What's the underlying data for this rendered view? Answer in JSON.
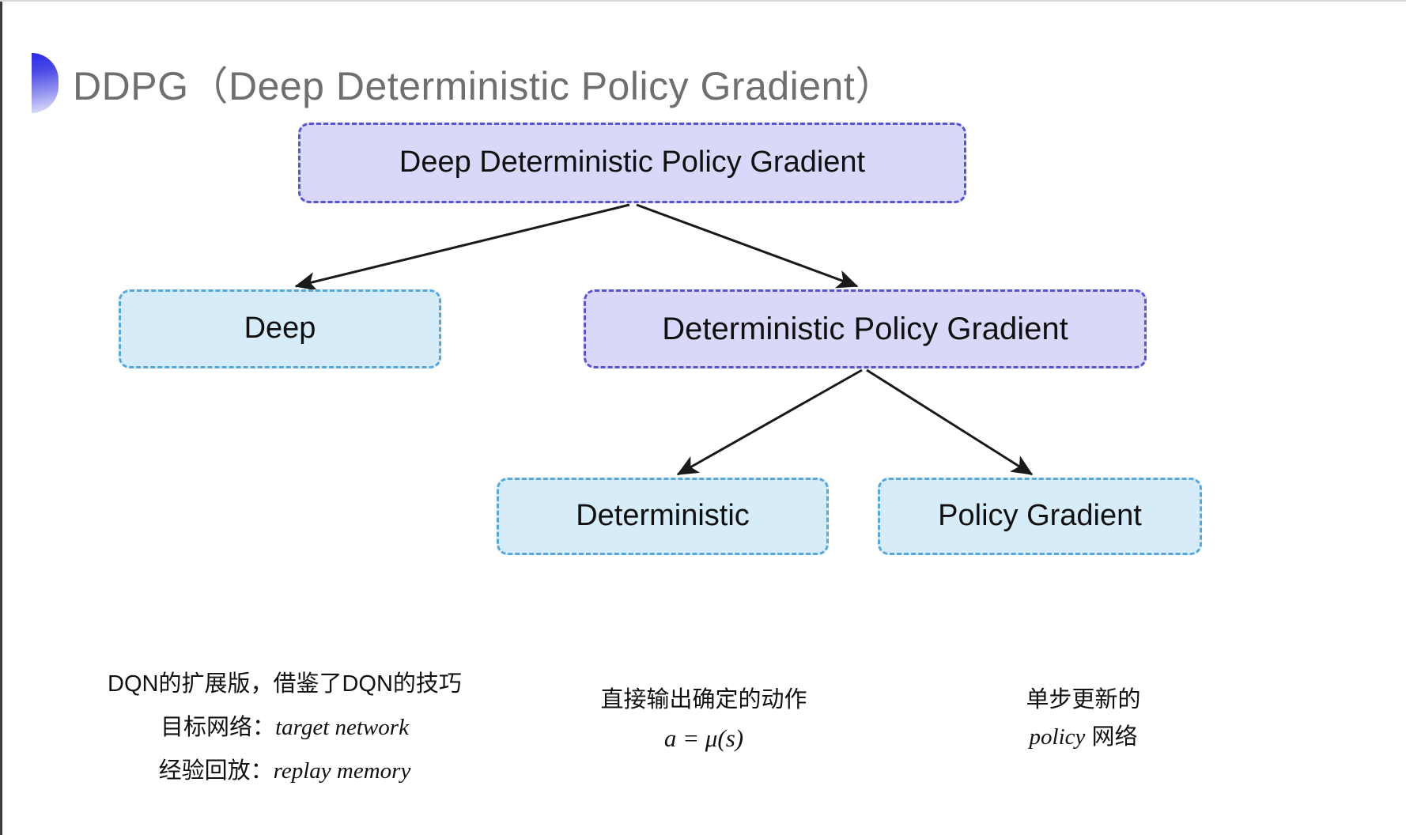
{
  "slide": {
    "title": "DDPG（Deep Deterministic Policy Gradient）",
    "bullet_icon": "half-circle-gradient-icon",
    "background_color": "#ffffff"
  },
  "colors": {
    "purple_fill": "#d9d8f8",
    "purple_border": "#5854d6",
    "blue_fill": "#d6edf9",
    "blue_border": "#56a7dd",
    "title_text": "#6f6f6f",
    "body_text": "#111111",
    "arrow": "#1a1a1a"
  },
  "nodes": {
    "root": {
      "label": "Deep Deterministic Policy Gradient",
      "style": "purple"
    },
    "deep": {
      "label": "Deep",
      "style": "blue"
    },
    "dpg": {
      "label": "Deterministic Policy Gradient",
      "style": "purple"
    },
    "deterministic": {
      "label": "Deterministic",
      "style": "blue"
    },
    "policy_gradient": {
      "label": "Policy Gradient",
      "style": "blue"
    }
  },
  "captions": {
    "deep": {
      "line1": "DQN的扩展版，借鉴了DQN的技巧",
      "line2_label": "目标网络：",
      "line2_term": "target network",
      "line3_label": "经验回放：",
      "line3_term": "replay memory"
    },
    "deterministic": {
      "line1": "直接输出确定的动作",
      "formula": "a = μ(s)"
    },
    "policy_gradient": {
      "line1": "单步更新的",
      "line2_term": "policy",
      "line2_suffix": " 网络"
    }
  },
  "edges": [
    {
      "from": "root",
      "to": "deep",
      "style": "arrow"
    },
    {
      "from": "root",
      "to": "dpg",
      "style": "arrow"
    },
    {
      "from": "dpg",
      "to": "deterministic",
      "style": "arrow"
    },
    {
      "from": "dpg",
      "to": "policy_gradient",
      "style": "arrow"
    }
  ]
}
